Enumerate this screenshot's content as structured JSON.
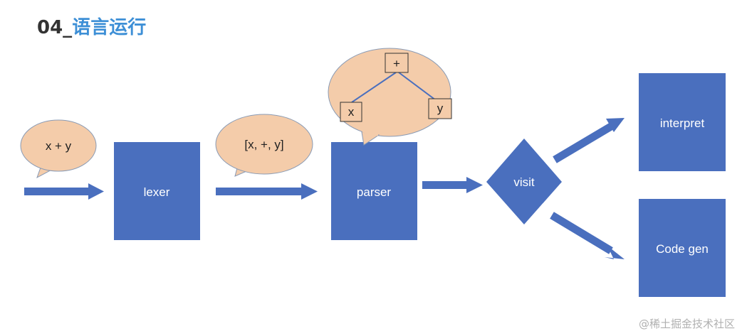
{
  "slide": {
    "title_number": "04_",
    "title_text": "语言运行"
  },
  "colors": {
    "box": "#4a6fbe",
    "arrow": "#4a6fbe",
    "bubble_fill": "#f4ccaa",
    "bubble_stroke": "#8a9bb5",
    "title_accent": "#3d8fd6"
  },
  "input_bubble": {
    "text": "x + y"
  },
  "tokens_bubble": {
    "text": "[x, +, y]"
  },
  "lexer": {
    "label": "lexer"
  },
  "parser": {
    "label": "parser"
  },
  "ast": {
    "root": "+",
    "left": "x",
    "right": "y"
  },
  "visit": {
    "label": "visit"
  },
  "interpret": {
    "label": "interpret"
  },
  "codegen": {
    "label": "Code gen"
  },
  "watermark": "@稀土掘金技术社区"
}
